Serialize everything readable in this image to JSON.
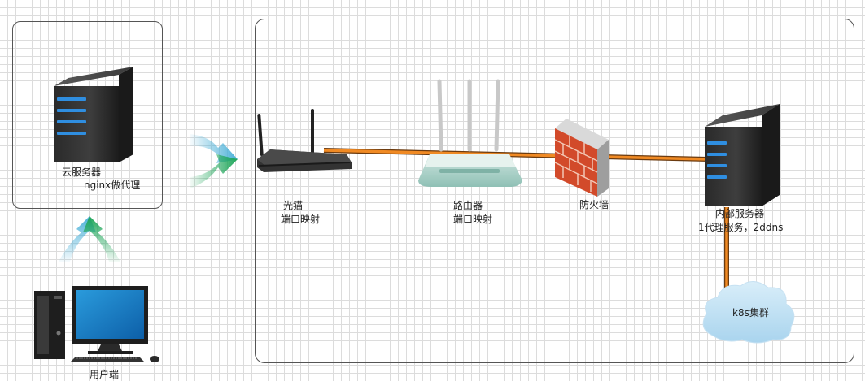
{
  "cloud_server": {
    "title": "云服务器",
    "subtitle": "nginx做代理"
  },
  "modem": {
    "title": "光猫",
    "subtitle": "端口映射"
  },
  "router": {
    "title": "路由器",
    "subtitle": "端口映射"
  },
  "firewall": {
    "title": "防火墙"
  },
  "internal_server": {
    "title": "内部服务器",
    "subtitle": "1代理服务，2ddns"
  },
  "k8s": {
    "title": "k8s集群"
  },
  "client": {
    "title": "用户端"
  },
  "colors": {
    "link": "#f08a24",
    "arrow_green": "#1fa65a",
    "arrow_blue": "#4ab0d8",
    "server_led": "#2f8ee0"
  }
}
